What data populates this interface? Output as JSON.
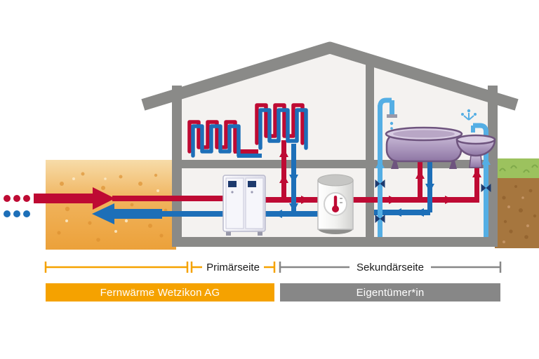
{
  "labels": {
    "primary_side": "Primärseite",
    "secondary_side": "Sekundärseite"
  },
  "bars": {
    "provider": "Fernwärme Wetzikon AG",
    "owner": "Eigentümer*in"
  },
  "icons": {
    "tank_badge": "thermometer-icon",
    "sink_spray": "water-splash-icon",
    "pipe_valves": "valve-icon",
    "flow_markers": "flow-arrow-icon"
  },
  "colors": {
    "red": "#BE0A33",
    "blue": "#1D6FB8",
    "lightblue": "#54AEE4",
    "navy": "#1D3A6E",
    "orange": "#F5A200",
    "bargray": "#878787",
    "housegray": "#8A8A88",
    "interior": "#F4F2F0",
    "grass": "#9CC25E",
    "grassdark": "#7FA94A",
    "soil": "#A6763E",
    "soildark": "#8A5B28",
    "groundspeck": "#DC8F2F",
    "textdark": "#1A1A1A",
    "purplelight": "#D8CCE2",
    "purpledark": "#6E547E",
    "metal": "#9898A8"
  }
}
